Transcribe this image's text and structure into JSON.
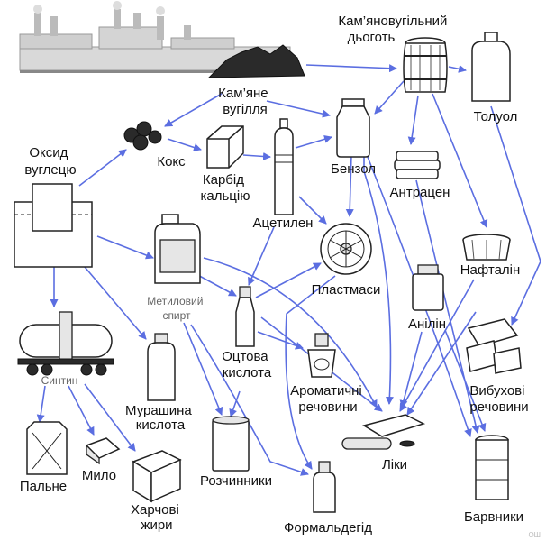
{
  "nodes": {
    "coal_tar": [
      "Кам’яновугільний",
      "дьоготь"
    ],
    "coal": [
      "Кам’яне",
      "вугілля"
    ],
    "toluene": [
      "Толуол"
    ],
    "coke": [
      "Кокс"
    ],
    "carbon_oxide": [
      "Оксид",
      "вуглецю"
    ],
    "calcium_carbide": [
      "Карбід",
      "кальцію"
    ],
    "benzene": [
      "Бензол"
    ],
    "anthracene": [
      "Антрацен"
    ],
    "acetylene": [
      "Ацетилен"
    ],
    "plastics": [
      "Пластмаси"
    ],
    "naphthalene": [
      "Нафталін"
    ],
    "methanol": [
      "Метиловий",
      "спирт"
    ],
    "aniline": [
      "Анілін"
    ],
    "synthin": [
      "Синтин"
    ],
    "acetic_acid": [
      "Оцтова",
      "кислота"
    ],
    "explosives": [
      "Вибухові",
      "речовини"
    ],
    "formic_acid": [
      "Мурашина",
      "кислота"
    ],
    "aromatics": [
      "Ароматичні",
      "речовини"
    ],
    "medicines": [
      "Ліки"
    ],
    "fuel": [
      "Пальне"
    ],
    "soap": [
      "Мило"
    ],
    "solvents": [
      "Розчинники"
    ],
    "edible_fats": [
      "Харчові",
      "жири"
    ],
    "dyes": [
      "Барвники"
    ],
    "formaldehyde": [
      "Формальдегід"
    ]
  },
  "watermark": "ОШ",
  "colors": {
    "arrow": "#5b6ee1",
    "outline": "#222222",
    "fill_light": "#e6e6e6"
  }
}
